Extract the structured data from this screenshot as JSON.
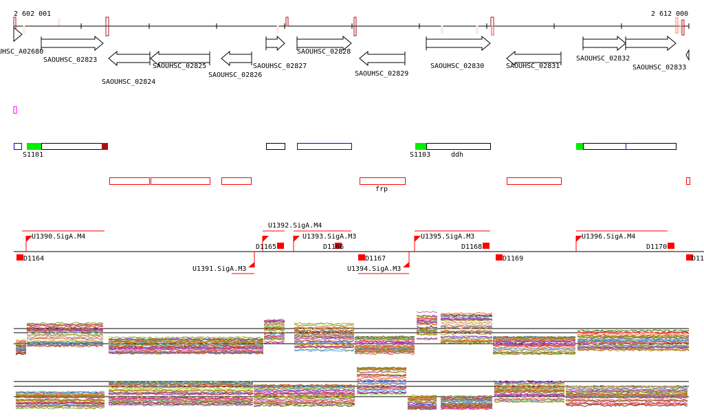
{
  "ruler": {
    "start_label": "2 602 001",
    "end_label": "2 612 000"
  },
  "genes": [
    {
      "label": "UHSC_A02680",
      "strand": "+"
    },
    {
      "label": "SAOUHSC_02823",
      "strand": "+"
    },
    {
      "label": "SAOUHSC_02824",
      "strand": "-"
    },
    {
      "label": "SAOUHSC_02825",
      "strand": "-"
    },
    {
      "label": "SAOUHSC_02826",
      "strand": "-"
    },
    {
      "label": "SAOUHSC_02827",
      "strand": "+"
    },
    {
      "label": "SAOUHSC_02828",
      "strand": "+"
    },
    {
      "label": "SAOUHSC_02829",
      "strand": "-"
    },
    {
      "label": "SAOUHSC_02830",
      "strand": "+"
    },
    {
      "label": "SAOUHSC_02831",
      "strand": "-"
    },
    {
      "label": "SAOUHSC_02832",
      "strand": "+"
    },
    {
      "label": "SAOUHSC_02833",
      "strand": "+"
    }
  ],
  "feature_labels": {
    "s1101": "S1101",
    "s1103": "S1103",
    "ddh": "ddh",
    "frp": "frp"
  },
  "promoters": {
    "up": [
      "U1390.SigA.M4",
      "U1392.SigA.M4",
      "U1393.SigA.M3",
      "U1395.SigA.M3",
      "U1396.SigA.M4"
    ],
    "down": [
      "U1391.SigA.M3",
      "U1394.SigA.M3"
    ]
  },
  "terminators": [
    "D1164",
    "D1165",
    "D1166",
    "D1167",
    "D1168",
    "D1169",
    "D1170",
    "D11"
  ],
  "colors": {
    "red": "#ff0000",
    "darkred": "#aa1111",
    "green": "#00ee00",
    "blue": "#0000cc",
    "magenta": "#ff00ff"
  }
}
